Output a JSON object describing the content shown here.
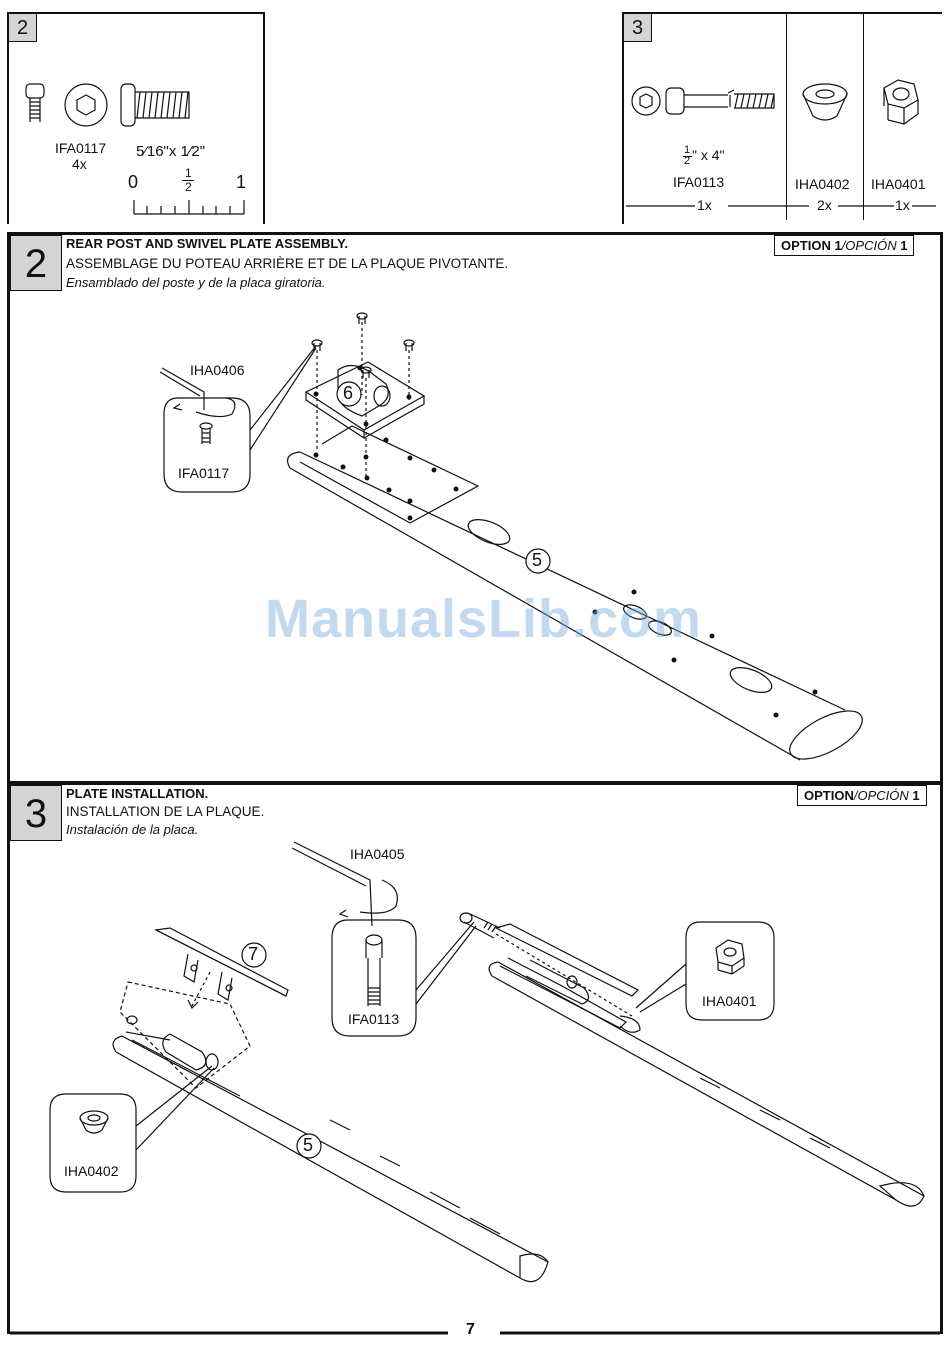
{
  "parts_box_2": {
    "number": "2",
    "part_code": "IFA0117",
    "quantity": "4x",
    "size": "5⁄16\"x 1⁄2\"",
    "ruler_start": "0",
    "ruler_mid_num": "1",
    "ruler_mid_den": "2",
    "ruler_end": "1"
  },
  "parts_box_3": {
    "number": "3",
    "bolt_size_num": "1",
    "bolt_size_den": "2",
    "bolt_size_rest": "\" x 4\"",
    "bolt_code": "IFA0113",
    "bolt_qty": "1x",
    "washer_code": "IHA0402",
    "washer_qty": "2x",
    "nut_code": "IHA0401",
    "nut_qty": "1x"
  },
  "step2": {
    "number": "2",
    "title_en": "REAR POST AND SWIVEL PLATE ASSEMBLY.",
    "title_fr": "ASSEMBLAGE DU POTEAU ARRIÈRE ET DE LA PLAQUE PIVOTANTE.",
    "title_es": "Ensamblado del poste y de la placa giratoria.",
    "option_label": "OPTION 1",
    "option_label_es": "/OPCIÓN",
    "option_number": " 1",
    "tool_code": "IHA0406",
    "screw_code": "IFA0117",
    "callout_plate": "6",
    "callout_post": "5"
  },
  "step3": {
    "number": "3",
    "title_en": "PLATE INSTALLATION.",
    "title_fr": "INSTALLATION DE LA PLAQUE.",
    "title_es": "Instalación de la placa.",
    "option_label": "OPTION",
    "option_label_es": "/OPCIÓN",
    "option_number": " 1",
    "tool_code": "IHA0405",
    "bolt_code": "IFA0113",
    "nut_code": "IHA0401",
    "washer_code": "IHA0402",
    "callout_plate": "7",
    "callout_post": "5"
  },
  "watermark": "ManualsLib.com",
  "page_number": "7"
}
